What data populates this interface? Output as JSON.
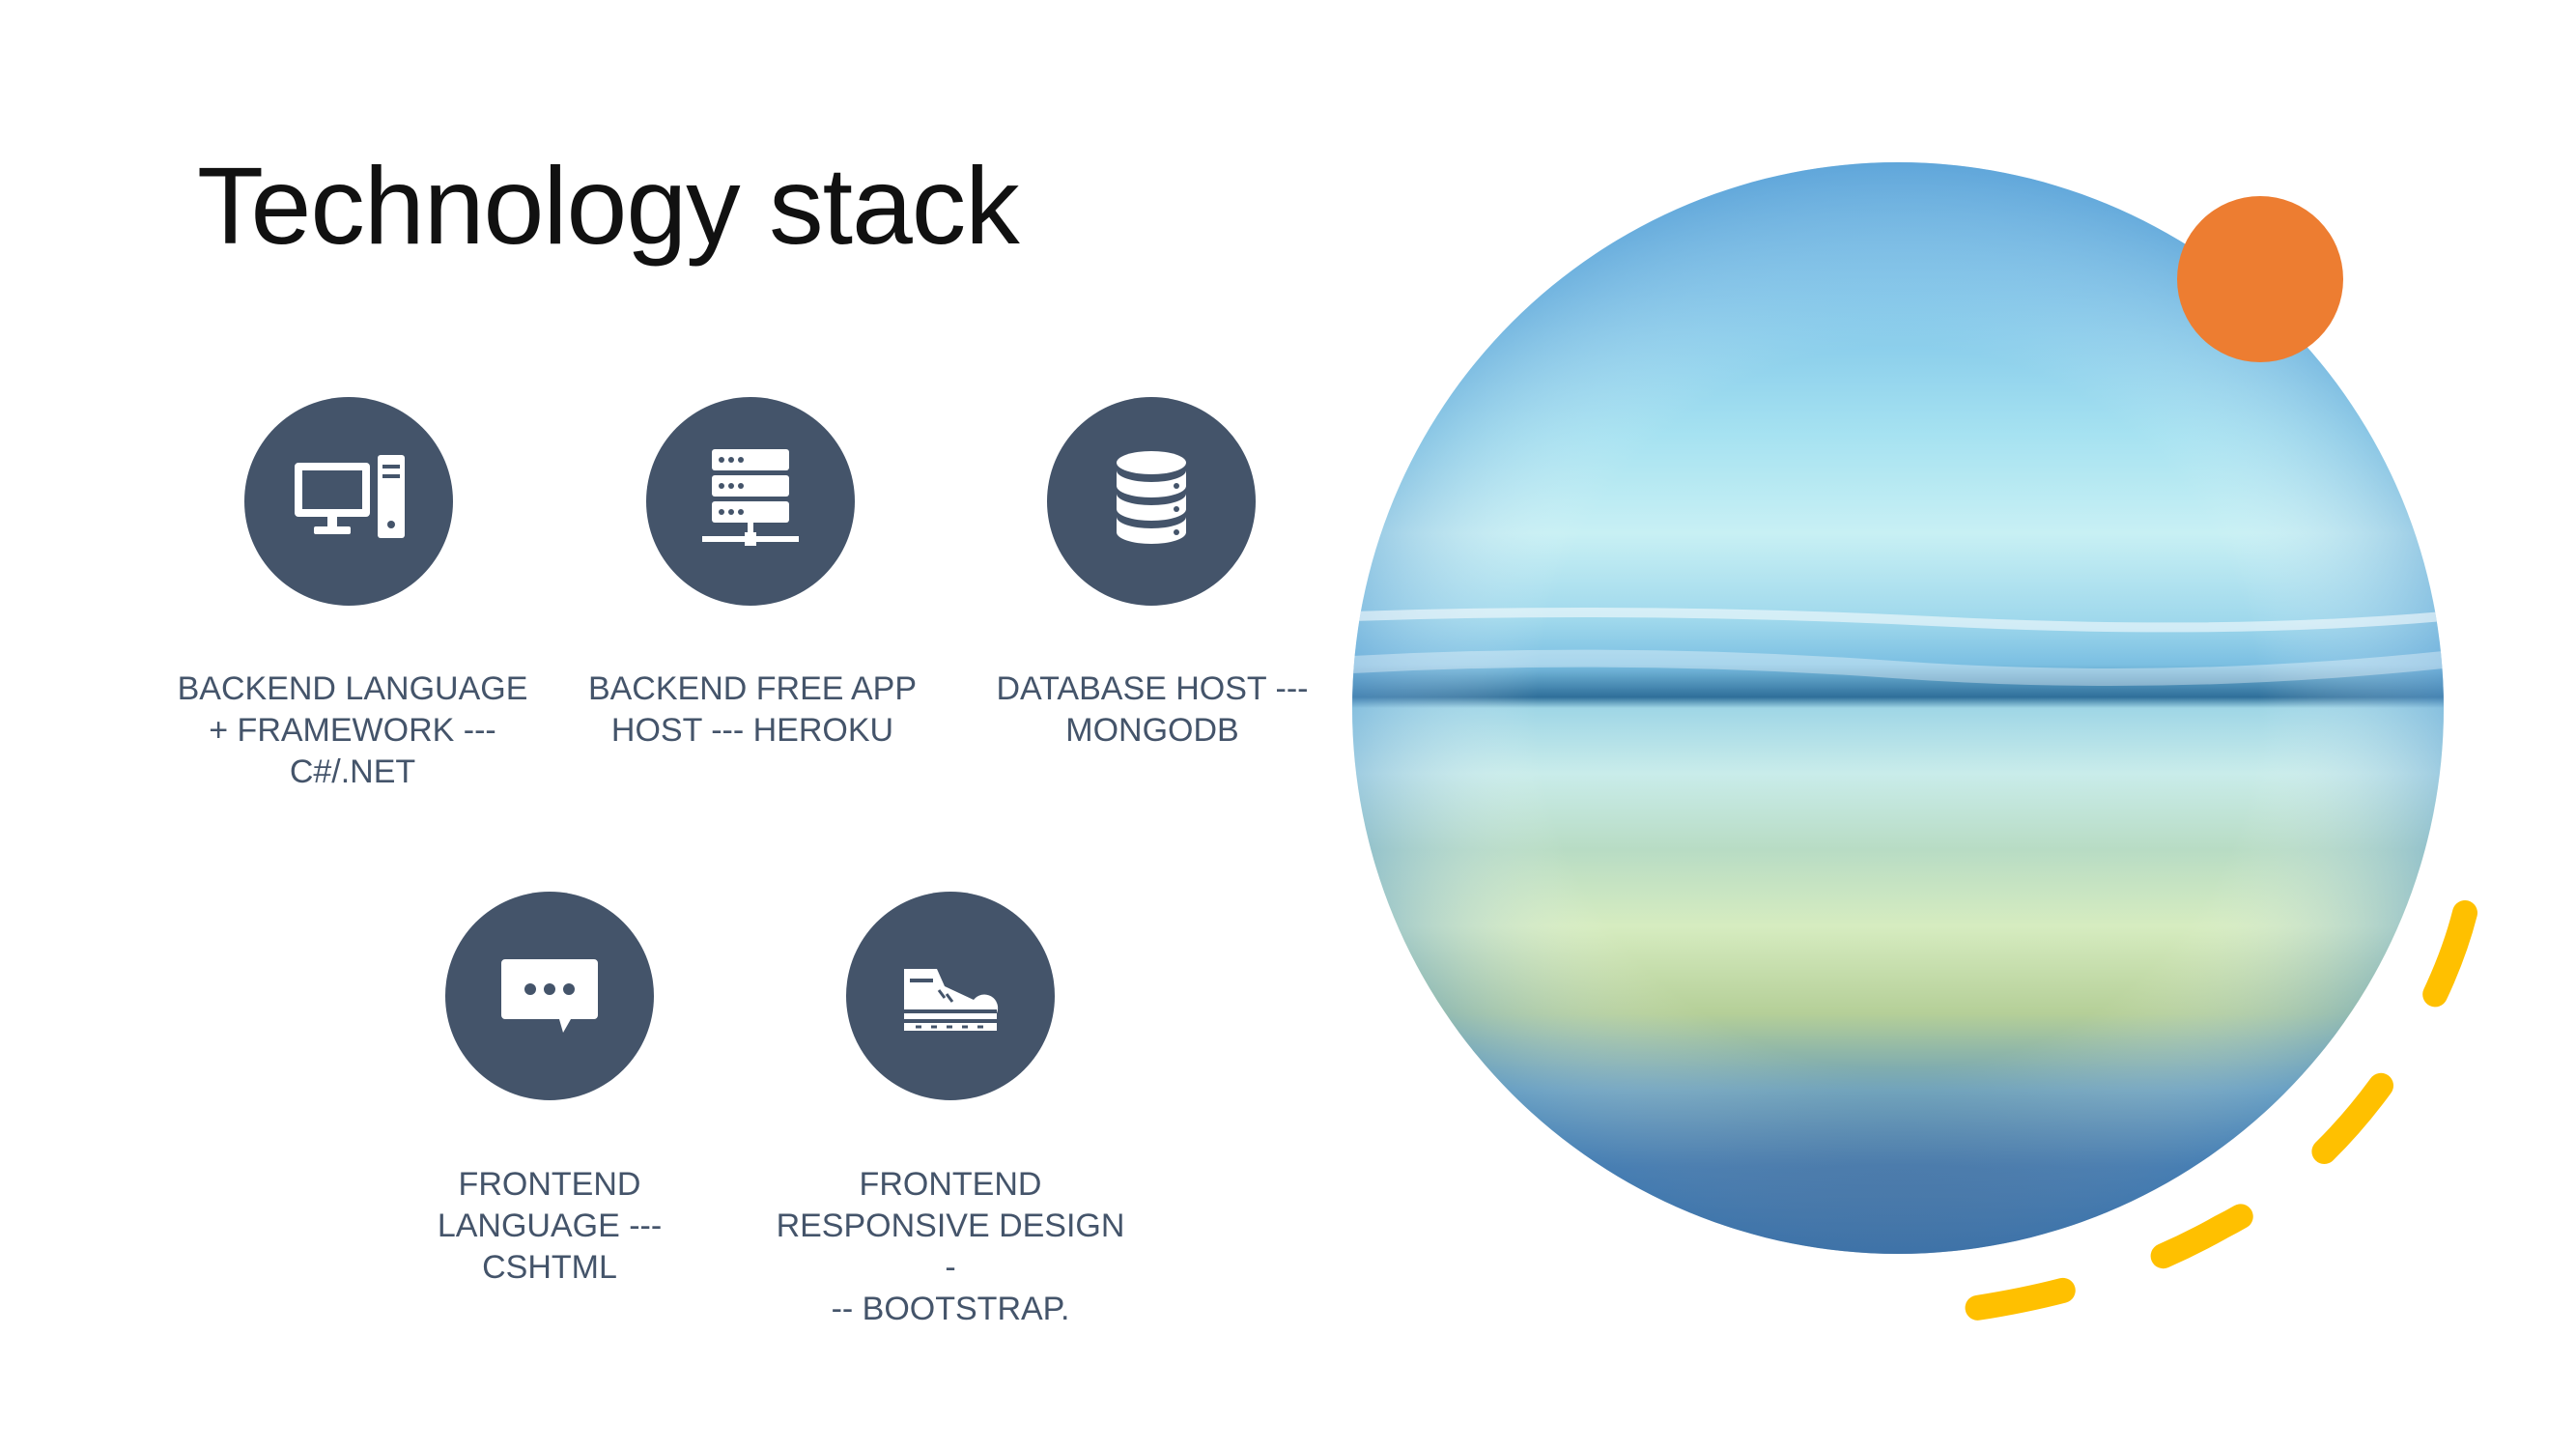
{
  "slide": {
    "title": "Technology stack",
    "items": [
      {
        "label": "BACKEND LANGUAGE\n+ FRAMEWORK  ---\nC#/.NET",
        "icon": "desktop-computer-icon"
      },
      {
        "label": "BACKEND FREE APP\nHOST --- HEROKU",
        "icon": "server-network-icon"
      },
      {
        "label": "DATABASE  HOST ---\nMONGODB",
        "icon": "database-icon"
      },
      {
        "label": "FRONTEND\nLANGUAGE ---\nCSHTML",
        "icon": "chat-bubble-icon"
      },
      {
        "label": "FRONTEND\nRESPONSIVE DESIGN -\n-- BOOTSTRAP.",
        "icon": "sneaker-icon"
      }
    ]
  },
  "colors": {
    "icon_circle": "#44546a",
    "label_text": "#44546a",
    "accent_orange": "#ed7d31",
    "accent_yellow": "#ffc000"
  }
}
